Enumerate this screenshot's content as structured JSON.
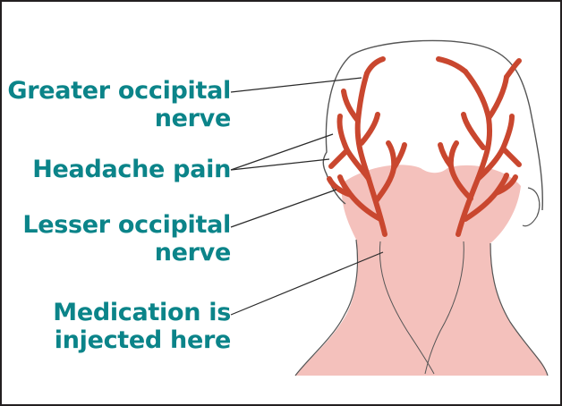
{
  "colors": {
    "label_text": "#0b8489",
    "nerve": "#d9593f",
    "nerve_outline": "#8a2b1b",
    "skin": "#f4c1bc",
    "outline": "#3a3a3a",
    "frame": "#231f20"
  },
  "labels": [
    {
      "id": "greater-occipital",
      "lines": [
        "Greater occipital",
        "nerve"
      ]
    },
    {
      "id": "headache-pain",
      "lines": [
        "Headache pain"
      ]
    },
    {
      "id": "lesser-occipital",
      "lines": [
        "Lesser occipital",
        "nerve"
      ]
    },
    {
      "id": "injection-site",
      "lines": [
        "Medication is",
        "injected here"
      ]
    }
  ]
}
